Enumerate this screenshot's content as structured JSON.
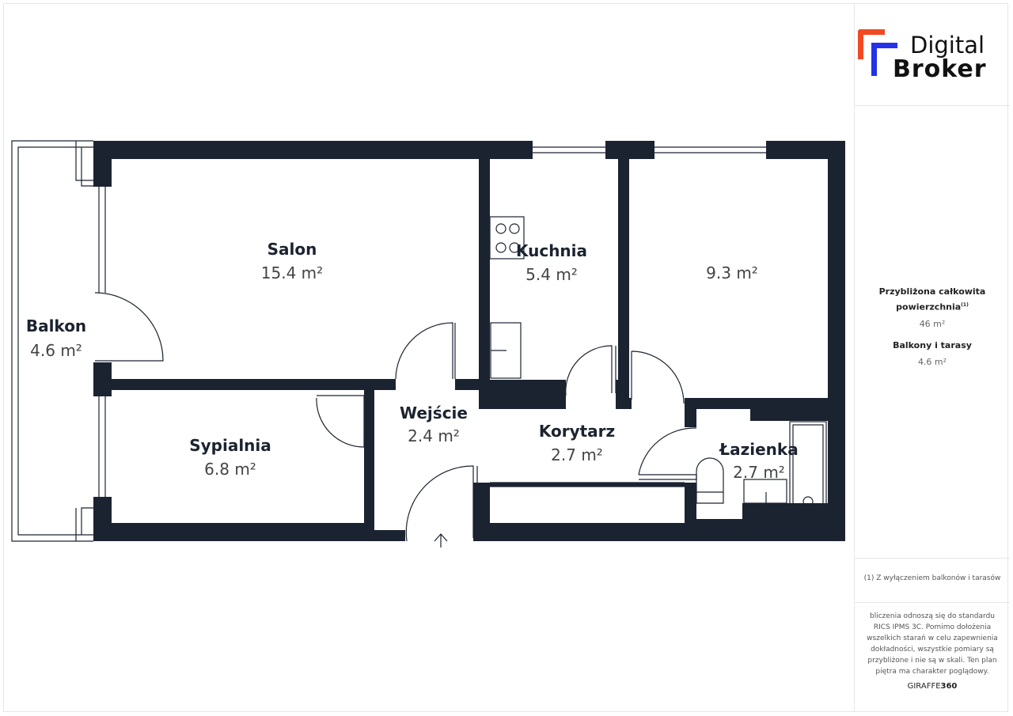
{
  "brand": {
    "line1": "Digital",
    "line2": "Broker"
  },
  "rooms": [
    {
      "name": "Salon",
      "area": "15.4 m²"
    },
    {
      "name": "Kuchnia",
      "area": "5.4 m²"
    },
    {
      "name": "",
      "area": "9.3 m²"
    },
    {
      "name": "Balkon",
      "area": "4.6 m²"
    },
    {
      "name": "Sypialnia",
      "area": "6.8 m²"
    },
    {
      "name": "Wejście",
      "area": "2.4 m²"
    },
    {
      "name": "Korytarz",
      "area": "2.7 m²"
    },
    {
      "name": "Łazienka",
      "area": "2.7 m²"
    }
  ],
  "summary": {
    "total_label_1": "Przybliżona całkowita",
    "total_label_2": "powierzchnia",
    "total_sup": "(1)",
    "total_value": "46 m²",
    "balcony_label": "Balkony i tarasy",
    "balcony_value": "4.6 m²"
  },
  "footnote": "(1) Z wyłączeniem balkonów i tarasów",
  "disclaimer": "bliczenia odnoszą się do standardu RICS IPMS 3C. Pomimo dołożenia wszelkich starań w celu zapewnienia dokładności, wszystkie pomiary są przybliżone i nie są w skali. Ten plan piętra ma charakter poglądowy.",
  "credit": {
    "a": "GIRAFFE",
    "b": "360"
  },
  "colors": {
    "wall": "#1c2330",
    "accent_orange": "#f04a23",
    "accent_blue": "#2431e8"
  }
}
